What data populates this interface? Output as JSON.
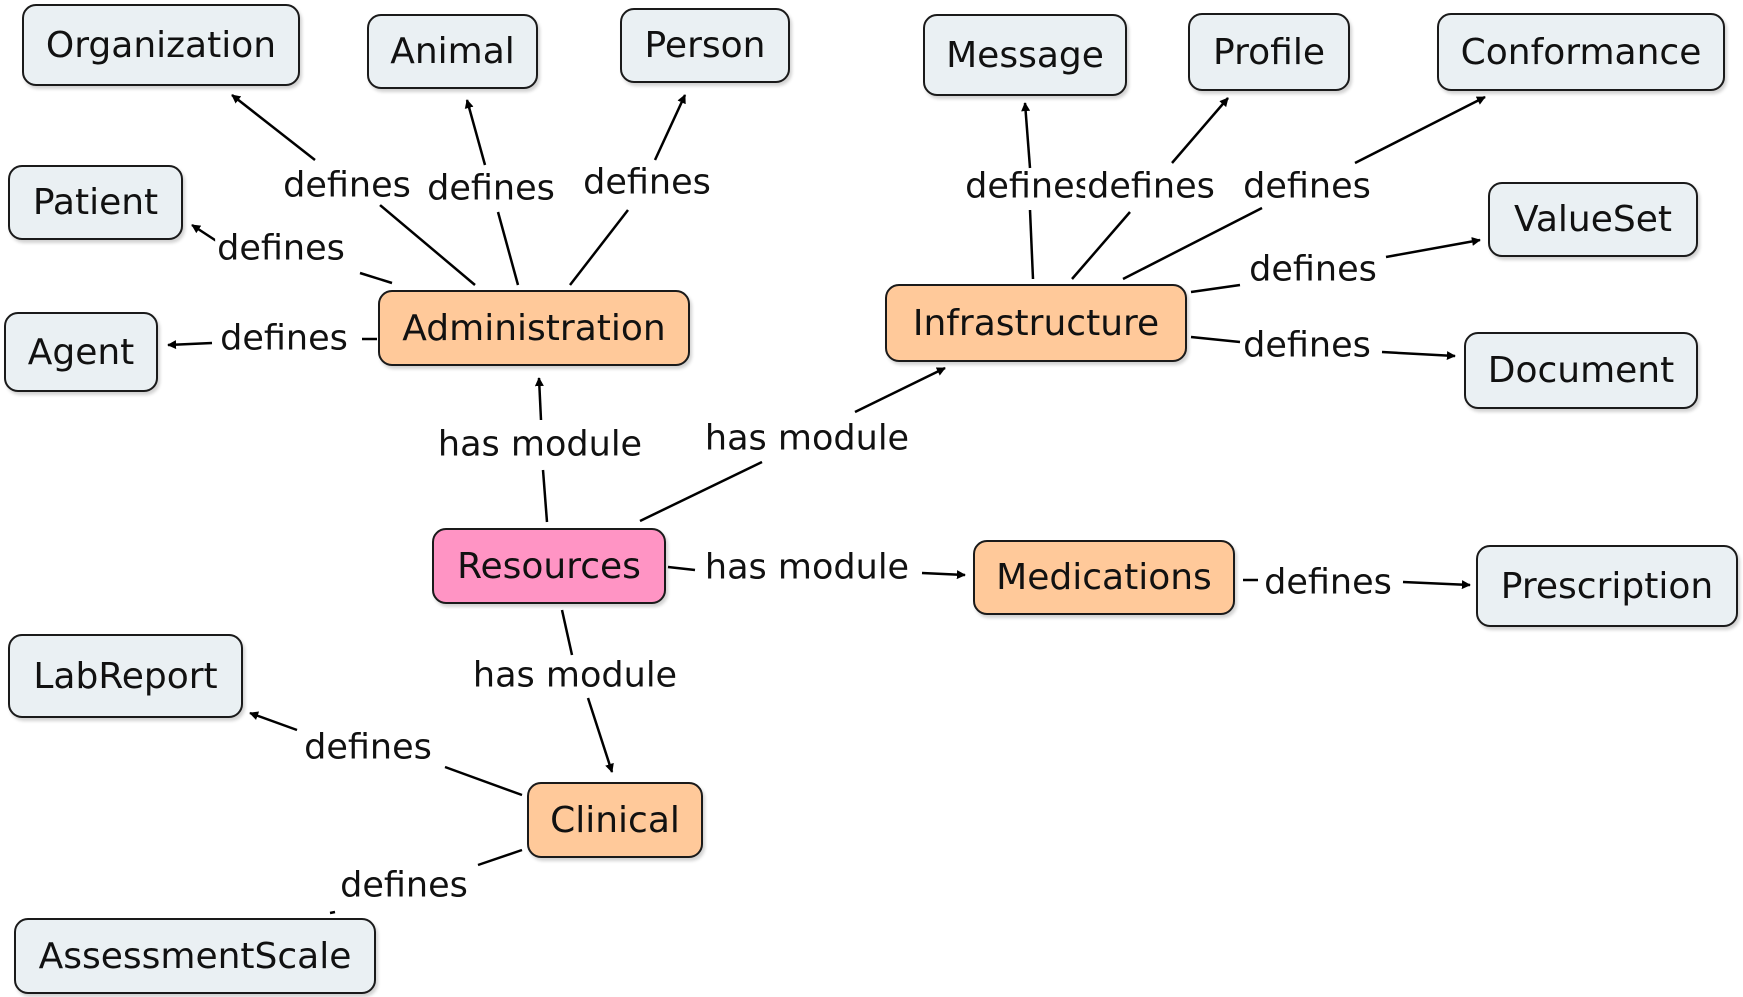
{
  "nodes": {
    "organization": "Organization",
    "animal": "Animal",
    "person": "Person",
    "patient": "Patient",
    "agent": "Agent",
    "administration": "Administration",
    "message": "Message",
    "profile": "Profile",
    "conformance": "Conformance",
    "valueset": "ValueSet",
    "infrastructure": "Infrastructure",
    "document": "Document",
    "resources": "Resources",
    "medications": "Medications",
    "prescription": "Prescription",
    "labreport": "LabReport",
    "clinical": "Clinical",
    "assessmentscale": "AssessmentScale"
  },
  "edge_labels": {
    "admin_organization": "defines",
    "admin_animal": "defines",
    "admin_person": "defines",
    "admin_patient": "defines",
    "admin_agent": "defines",
    "infra_message": "defines",
    "infra_profile": "defines",
    "infra_conformance": "defines",
    "infra_valueset": "defines",
    "infra_document": "defines",
    "resources_administration": "has module",
    "resources_infrastructure": "has module",
    "resources_medications": "has module",
    "resources_clinical": "has module",
    "medications_prescription": "defines",
    "clinical_labreport": "defines",
    "clinical_assessmentscale": "defines"
  },
  "colors": {
    "concept_fill": "#eaf0f3",
    "module_fill": "#ffc99a",
    "root_fill": "#ff94c4",
    "stroke": "#1a1a1a"
  }
}
